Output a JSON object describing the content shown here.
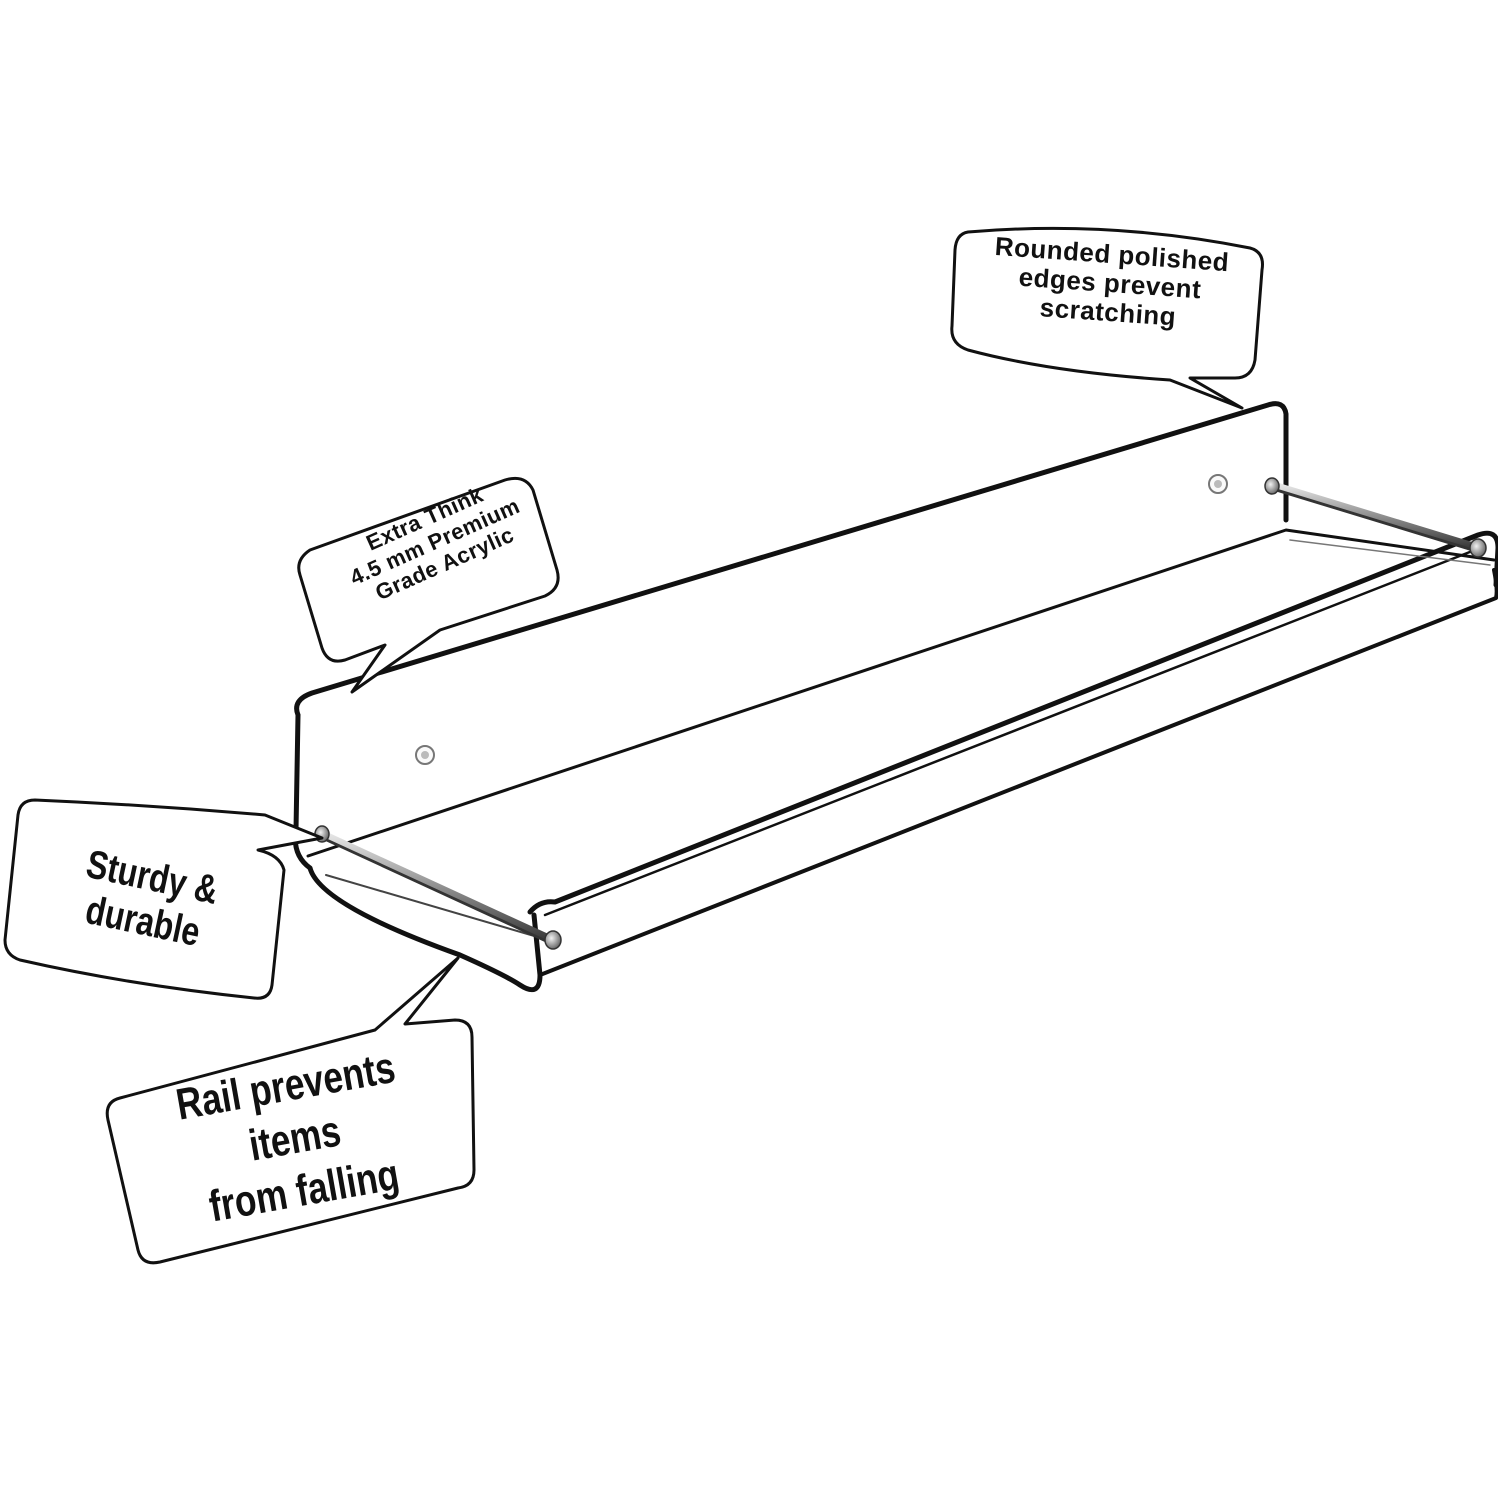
{
  "callouts": {
    "rounded_edges": "Rounded polished\nedges prevent\nscratching",
    "thick_acrylic": "Extra Think\n4.5 mm Premium\nGrade Acrylic",
    "sturdy": "Sturdy & durable",
    "rail": "Rail prevents items\nfrom falling"
  },
  "colors": {
    "outline": "#111111",
    "rail_metal": "#7a7a7a",
    "background": "#ffffff"
  }
}
